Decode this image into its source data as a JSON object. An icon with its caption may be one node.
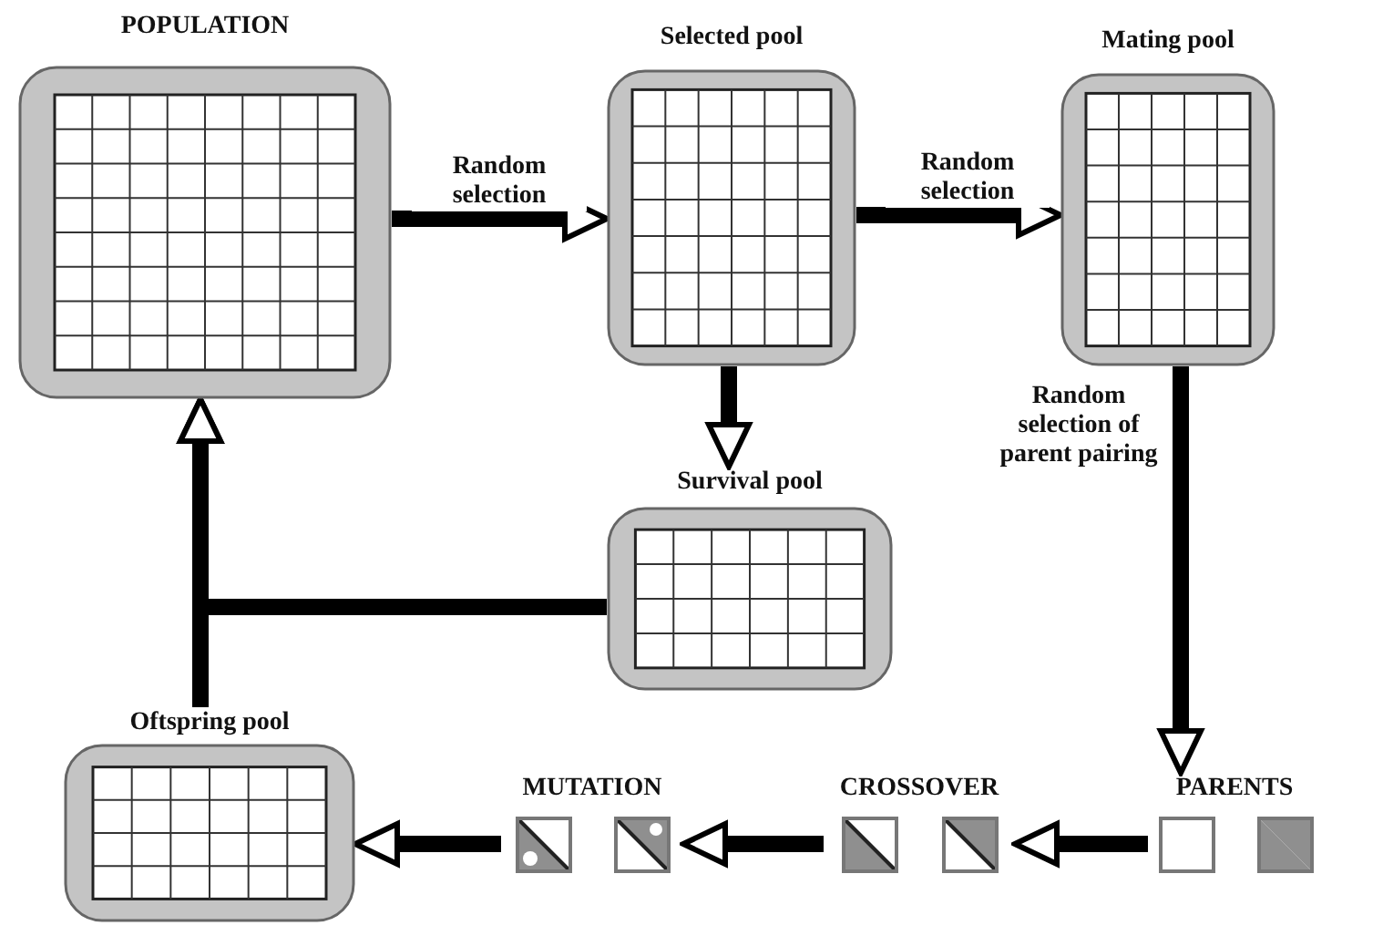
{
  "diagram": {
    "nodes": [
      {
        "text": [
          "POPULATION"
        ]
      },
      {
        "text": [
          "Selected pool"
        ]
      },
      {
        "text": [
          "Mating pool"
        ]
      },
      {
        "text": [
          "Survival pool"
        ]
      },
      {
        "text": [
          "Oftspring pool"
        ]
      },
      {
        "text": [
          "PARENTS"
        ]
      },
      {
        "text": [
          "CROSSOVER"
        ]
      },
      {
        "text": [
          "MUTATION"
        ]
      }
    ],
    "edges": [
      {
        "from": 0,
        "to": 1,
        "arrow": "to",
        "label": "Random selection"
      },
      {
        "from": 1,
        "to": 2,
        "arrow": "to",
        "label": "Random selection"
      },
      {
        "from": 1,
        "to": 3,
        "arrow": "to"
      },
      {
        "from": 2,
        "to": 5,
        "arrow": "to",
        "label": "Random selection of parent pairing"
      },
      {
        "from": 5,
        "to": 6,
        "arrow": "to"
      },
      {
        "from": 6,
        "to": 7,
        "arrow": "to"
      },
      {
        "from": 7,
        "to": 4,
        "arrow": "to"
      },
      {
        "from": 3,
        "to": 0,
        "arrow": "to"
      },
      {
        "from": 4,
        "to": 0,
        "arrow": "to"
      }
    ]
  }
}
